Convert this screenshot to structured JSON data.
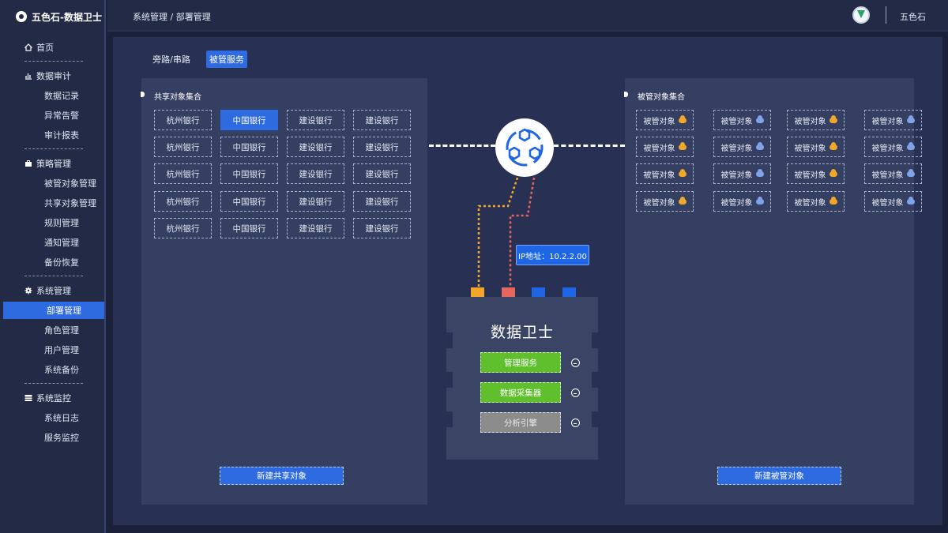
{
  "app": {
    "title": "五色石-数据卫士"
  },
  "sidebar": {
    "groups": [
      {
        "label": "首页",
        "icon": "home-icon",
        "items": []
      },
      {
        "label": "数据审计",
        "icon": "bar-chart-icon",
        "items": [
          "数据记录",
          "异常告警",
          "审计报表"
        ]
      },
      {
        "label": "策略管理",
        "icon": "briefcase-icon",
        "items": [
          "被管对象管理",
          "共享对象管理",
          "规则管理",
          "通知管理",
          "备份恢复"
        ]
      },
      {
        "label": "系统管理",
        "icon": "gear-icon",
        "items": [
          "部署管理",
          "角色管理",
          "用户管理",
          "系统备份"
        ]
      },
      {
        "label": "系统监控",
        "icon": "monitor-icon",
        "items": [
          "系统日志",
          "服务监控"
        ]
      }
    ],
    "active_item": "部署管理"
  },
  "header": {
    "breadcrumb": "系统管理 / 部署管理",
    "user": "五色石"
  },
  "tabs": [
    {
      "label": "旁路/串路",
      "active": false
    },
    {
      "label": "被管服务",
      "active": true
    }
  ],
  "left_panel": {
    "title": "共享对象集合",
    "rows": [
      [
        "杭州银行",
        "中国银行",
        "建设银行",
        "建设银行"
      ],
      [
        "杭州银行",
        "中国银行",
        "建设银行",
        "建设银行"
      ],
      [
        "杭州银行",
        "中国银行",
        "建设银行",
        "建设银行"
      ],
      [
        "杭州银行",
        "中国银行",
        "建设银行",
        "建设银行"
      ],
      [
        "杭州银行",
        "中国银行",
        "建设银行",
        "建设银行"
      ]
    ],
    "selected": {
      "row": 0,
      "col": 1
    },
    "button": "新建共享对象"
  },
  "right_panel": {
    "title": "被管对象集合",
    "label": "被管对象",
    "rows": [
      [
        "gold",
        "blue",
        "gold",
        "blue"
      ],
      [
        "gold",
        "blue",
        "gold",
        "blue"
      ],
      [
        "gold",
        "blue",
        "gold",
        "blue"
      ],
      [
        "gold",
        "blue",
        "gold",
        "blue"
      ]
    ],
    "button": "新建被管对象"
  },
  "center": {
    "title": "数据卫士",
    "tooltip": "IP地址：10.2.2.00",
    "ports": [
      "#f0a72a",
      "#e5675e",
      "#1f66e6",
      "#1f66e6"
    ],
    "services": [
      {
        "label": "管理服务",
        "status": "running"
      },
      {
        "label": "数据采集器",
        "status": "running"
      },
      {
        "label": "分析引擎",
        "status": "stopped"
      }
    ]
  },
  "colors": {
    "accent": "#2f6be0",
    "green": "#5fbf2c",
    "gold": "#f0a72a",
    "coral": "#e5675e",
    "gray": "#8c8c8c"
  }
}
